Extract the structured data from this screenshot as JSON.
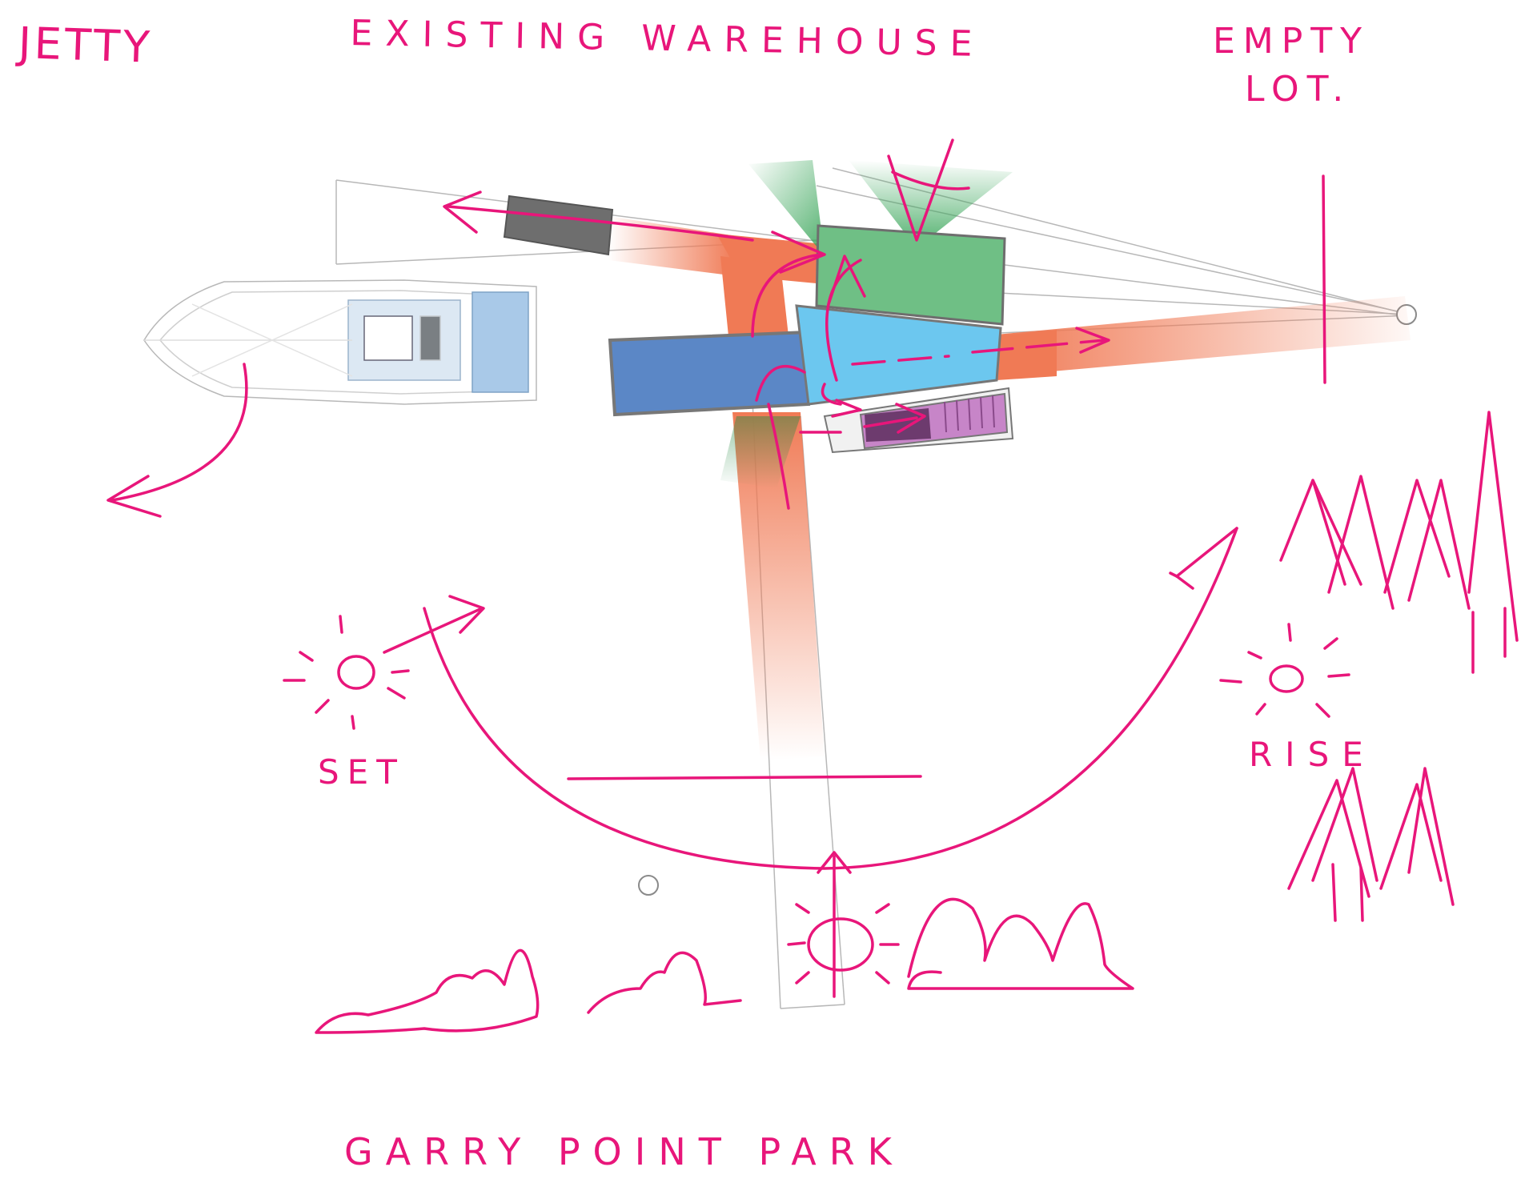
{
  "labels": {
    "jetty": "JETTY",
    "warehouse": "EXISTING WAREHOUSE",
    "empty_line1": "EMPTY",
    "empty_line2": "LOT.",
    "set": "SET",
    "rise": "RISE",
    "park": "GARRY POINT PARK"
  },
  "colors": {
    "ink": "#e8167a",
    "path": "#f07a55",
    "green_block": "#6fbf85",
    "blue_block": "#5b87c6",
    "cyan_block": "#6cc7ef",
    "purple_block": "#c785c8",
    "grey_line": "#9a9a9a"
  },
  "icons": [
    "sun-icon",
    "tree-icon",
    "bush-icon",
    "boat-icon",
    "arrow-icon"
  ]
}
